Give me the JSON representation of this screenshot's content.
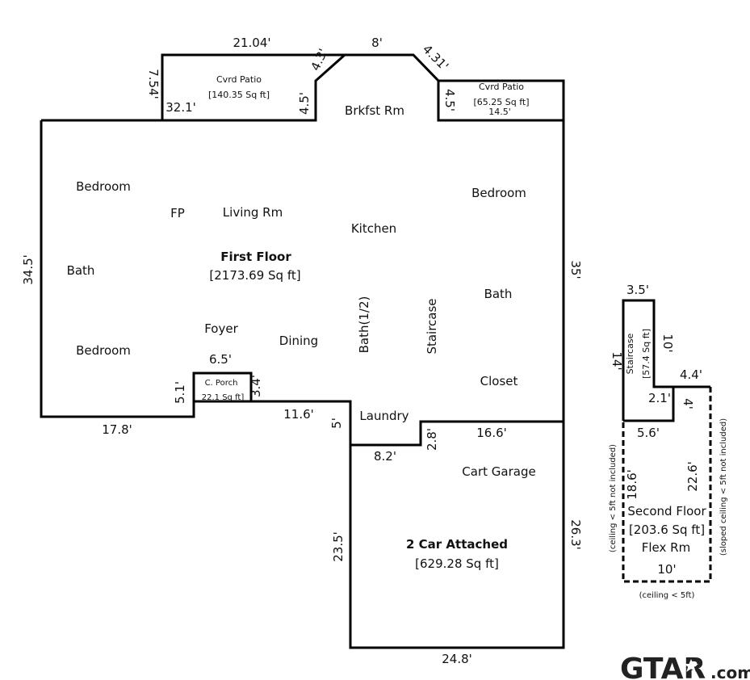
{
  "first_floor": {
    "title": "First Floor",
    "area": "[2173.69 Sq ft]",
    "rooms": {
      "bedroom_nw": "Bedroom",
      "fp": "FP",
      "living": "Living Rm",
      "kitchen": "Kitchen",
      "bedroom_ne": "Bedroom",
      "bath_w": "Bath",
      "bath_e": "Bath",
      "foyer": "Foyer",
      "dining": "Dining",
      "half_bath": "Bath(1/2)",
      "staircase": "Staircase",
      "bedroom_sw": "Bedroom",
      "closet": "Closet",
      "laundry": "Laundry",
      "brkfst": "Brkfst Rm"
    },
    "dims": {
      "top_patio": "21.04'",
      "top_mid": "8'",
      "diag_left": "4.3'",
      "diag_right": "4.31'",
      "patio_left": "7.54'",
      "patio_inner": "32.1'",
      "patio_drop": "4.5'",
      "right_patio_drop": "4.5'",
      "left_wall": "34.5'",
      "right_wall": "35'",
      "bottom_left": "17.8'",
      "porch_left": "5.1'",
      "porch_right": "3.4'",
      "porch_top": "6.5'",
      "bottom_mid": "11.6'",
      "laundry_drop": "5'",
      "laundry_bottom": "8.2'",
      "laundry_step": "2.8'",
      "garage_top": "16.6'"
    }
  },
  "patio_west": {
    "label": "Cvrd Patio",
    "area": "[140.35 Sq ft]"
  },
  "patio_east": {
    "label": "Cvrd Patio",
    "area": "[65.25 Sq ft]",
    "dim": "14.5'"
  },
  "porch": {
    "label": "C. Porch",
    "area": "22.1 Sq ft]"
  },
  "garage": {
    "title": "2 Car Attached",
    "area": "[629.28 Sq ft]",
    "room": "Cart Garage",
    "dims": {
      "left": "23.5'",
      "right": "26.3'",
      "bottom": "24.8'"
    }
  },
  "second_floor": {
    "title": "Second Floor",
    "area": "[203.6 Sq ft]",
    "room": "Flex Rm",
    "staircase_label": "Staircase",
    "staircase_area": "[57.4 Sq ft]",
    "dims": {
      "top": "3.5'",
      "stair_left": "14'",
      "stair_right": "10'",
      "step_top": "4.4'",
      "step_in": "2.1'",
      "step_drop": "4'",
      "mid": "5.6'",
      "left": "18.6'",
      "right": "22.6'",
      "bottom": "10'"
    },
    "notes": {
      "left": "(ceiling < 5ft not included)",
      "right": "(sloped ceiling < 5ft not included)",
      "bottom": "(ceiling < 5ft)"
    }
  },
  "logo": {
    "text": "GTAR",
    "suffix": ".com"
  }
}
